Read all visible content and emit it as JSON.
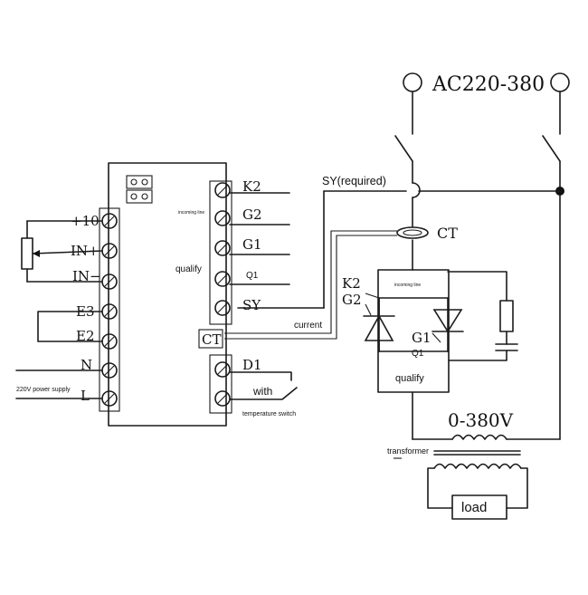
{
  "supply": {
    "label": "AC220-380"
  },
  "sy_line": {
    "label": "SY(required)"
  },
  "ct": {
    "label": "CT"
  },
  "controller": {
    "left_terminals": [
      "+10",
      "IN+",
      "IN−",
      "E3",
      "E2",
      "N",
      "L"
    ],
    "right_terminals": [
      "K2",
      "G2",
      "G1",
      "Q1",
      "SY"
    ],
    "ct_terminal": "CT",
    "temp_terminal": "D1",
    "incoming_note": "incoming line",
    "qualify_label": "qualify",
    "power_note": "220V power supply",
    "current_label": "current",
    "with_label": "with",
    "temp_switch_note": "temperature switch"
  },
  "thyristor": {
    "k2_label": "K2",
    "g2_label": "G2",
    "g1_label": "G1",
    "q1_label": "Q1",
    "incoming_note": "incoming line",
    "qualify_label": "qualify"
  },
  "output": {
    "voltage_label": "0-380V",
    "transformer_label": "transformer",
    "load_label": "load"
  }
}
